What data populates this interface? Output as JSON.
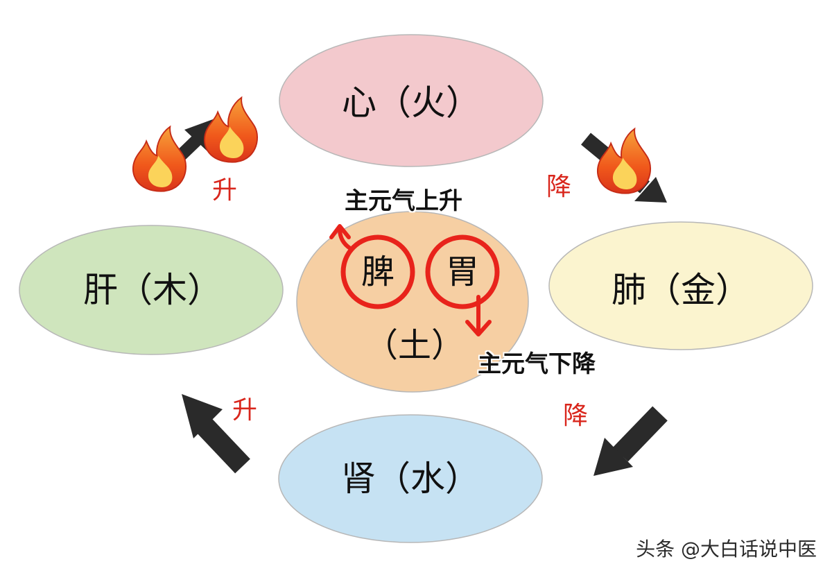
{
  "diagram": {
    "organs": {
      "heart": {
        "label": "心（火）",
        "fill": "#f3c9cd"
      },
      "liver": {
        "label": "肝（木）",
        "fill": "#cfe5bd"
      },
      "spleen_stomach": {
        "spleen": "脾",
        "stomach": "胃",
        "earth": "（土）",
        "fill": "#f6cfa3"
      },
      "lung": {
        "label": "肺（金）",
        "fill": "#fbf4cf"
      },
      "kidney": {
        "label": "肾（水）",
        "fill": "#c6e2f3"
      }
    },
    "arrow_labels": {
      "rise_upper": "升",
      "descend_upper": "降",
      "rise_lower": "升",
      "descend_lower": "降"
    },
    "qi_labels": {
      "ascend": "主元气上升",
      "descend": "主元气下降"
    },
    "colors": {
      "accent_red": "#e8231b",
      "arrow_dark": "#2a2a2a",
      "flame_orange": "#f26a1b"
    },
    "watermark": "头条 @大白话说中医"
  }
}
